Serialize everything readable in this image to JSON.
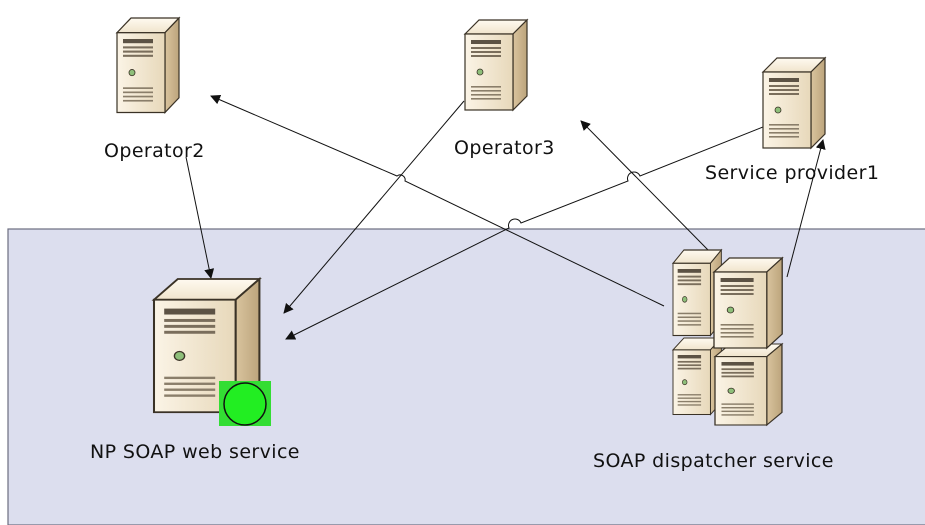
{
  "nodes": {
    "operator2": {
      "label": "Operator2"
    },
    "operator3": {
      "label": "Operator3"
    },
    "service_provider1": {
      "label": "Service provider1"
    },
    "np_soap": {
      "label": "NP SOAP web service",
      "status_color": "#22ee22",
      "status_bg": "#33dd33"
    },
    "dispatcher": {
      "label": "SOAP dispatcher service"
    }
  },
  "colors": {
    "zone_fill": "#dcdeee",
    "zone_stroke": "#6b6d80",
    "edge": "#111111",
    "server_light": "#f6ecd8",
    "server_mid": "#e4d3b0",
    "server_dark": "#b9a17a"
  },
  "icons": {
    "server": "server-icon",
    "server_cluster": "server-cluster-icon",
    "status": "status-circle-icon"
  }
}
